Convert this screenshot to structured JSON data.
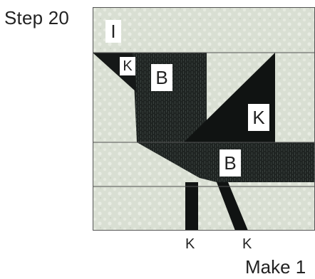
{
  "step": {
    "title": "Step 20"
  },
  "block": {
    "labels": {
      "top_left": "I",
      "corner": "K",
      "body_upper": "B",
      "wing": "K",
      "body_lower": "B"
    },
    "bottom_labels": [
      "K",
      "K"
    ],
    "colors": {
      "background_fabric": "#d9dfd3",
      "background_fabric_light": "#e6eae0",
      "seam_line": "#555555",
      "dark_fabric": "#1f2422",
      "dark_fabric_texture": "#3a423f"
    }
  },
  "footer": {
    "make_text": "Make 1"
  }
}
